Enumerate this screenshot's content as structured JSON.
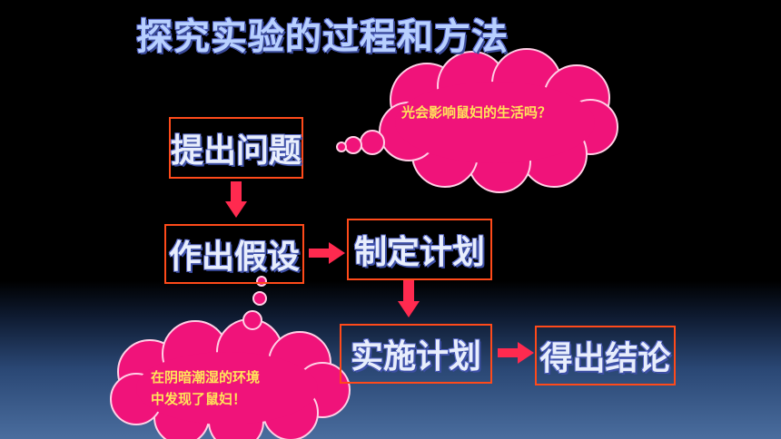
{
  "title": "探究实验的过程和方法",
  "steps": {
    "ask": "提出问题",
    "hypothesize": "作出假设",
    "plan": "制定计划",
    "execute": "实施计划",
    "conclude": "得出结论"
  },
  "bubbles": {
    "question": "光会影响鼠妇的生活吗？",
    "finding_line1": "在阴暗潮湿的环境",
    "finding_line2": "中发现了鼠妇！"
  },
  "colors": {
    "cloud": "#f0137a",
    "arrow": "#ff2a4f",
    "box_border": "#ff4a1a",
    "cloud_text": "#ffe45a"
  }
}
